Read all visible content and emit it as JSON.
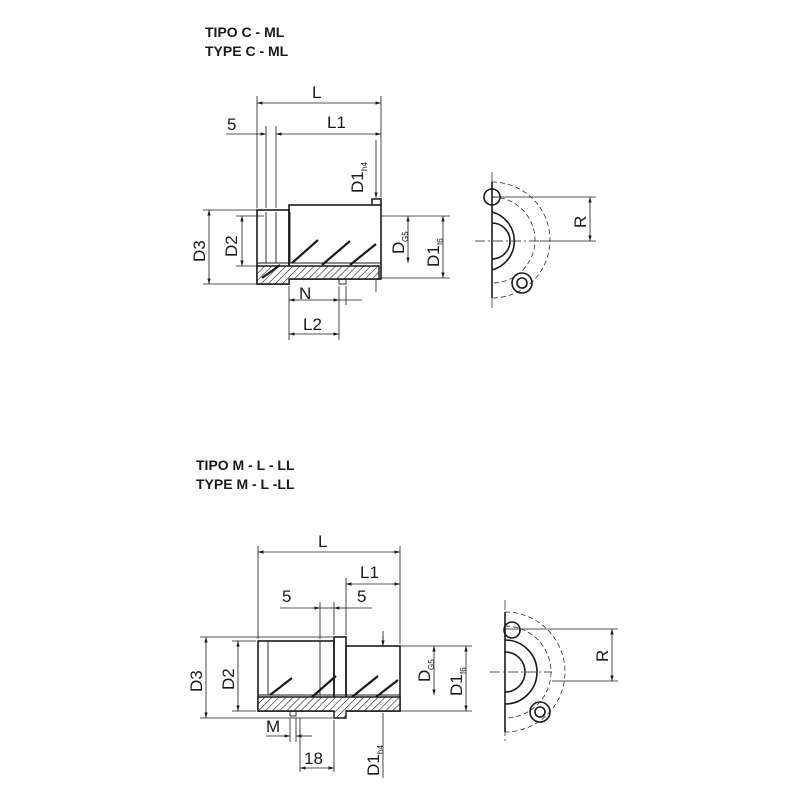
{
  "type_c": {
    "title_it": "TIPO C - ML",
    "title_en": "TYPE C - ML",
    "L": "L",
    "L1": "L1",
    "five": "5",
    "D1": "D1",
    "D1_sub_h4": "h4",
    "D": "D",
    "D_sub_g5": "G5",
    "D1_f6": "D1",
    "D1_sub_f6": "f6",
    "D3": "D3",
    "D2": "D2",
    "N": "N",
    "L2": "L2",
    "R": "R"
  },
  "type_m": {
    "title_it": "TIPO M - L - LL",
    "title_en": "TYPE M - L -LL",
    "L": "L",
    "L1": "L1",
    "five_left": "5",
    "five_right": "5",
    "D": "D",
    "D_sub_g5": "G5",
    "D1_f6": "D1",
    "D1_sub_f6": "f6",
    "D3": "D3",
    "D2": "D2",
    "M": "M",
    "eighteen": "18",
    "D1": "D1",
    "D1_sub_h4": "h4",
    "R": "R"
  }
}
